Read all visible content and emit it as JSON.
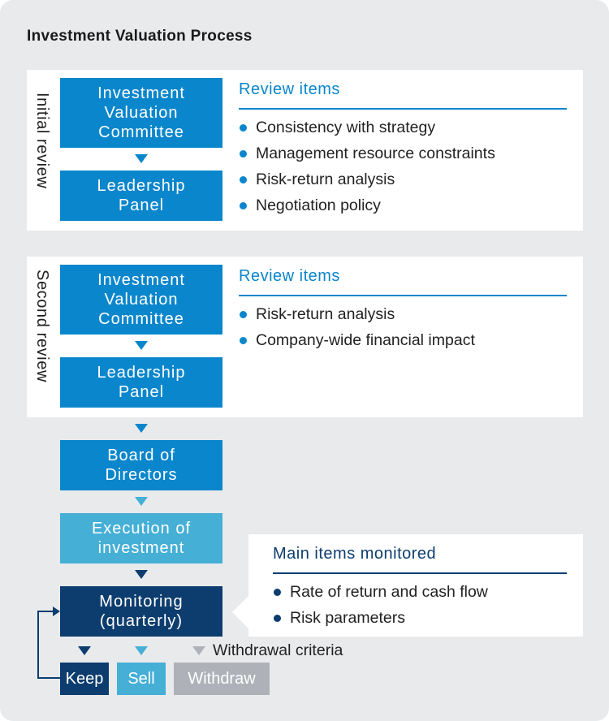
{
  "title": "Investment Valuation Process",
  "initial_review": {
    "label": "Initial review",
    "steps": [
      "Investment\nValuation\nCommittee",
      "Leadership\nPanel"
    ],
    "review_title": "Review items",
    "items": [
      "Consistency with strategy",
      "Management resource constraints",
      "Risk-return analysis",
      "Negotiation policy"
    ]
  },
  "second_review": {
    "label": "Second review",
    "steps": [
      "Investment\nValuation\nCommittee",
      "Leadership\nPanel"
    ],
    "review_title": "Review items",
    "items": [
      "Risk-return analysis",
      "Company-wide financial impact"
    ]
  },
  "board": "Board of\nDirectors",
  "execution": "Execution of\ninvestment",
  "monitoring": {
    "label": "Monitoring\n(quarterly)",
    "items_title": "Main items monitored",
    "items": [
      "Rate of return and cash flow",
      "Risk parameters"
    ]
  },
  "outcomes": {
    "keep": "Keep",
    "sell": "Sell",
    "withdraw": "Withdraw",
    "withdrawal_criteria": "Withdrawal criteria"
  },
  "colors": {
    "blue": "#0a86cc",
    "light_blue": "#45afd6",
    "navy": "#0d3d6e",
    "grey": "#aeb2b8",
    "background": "#e8eaec"
  }
}
